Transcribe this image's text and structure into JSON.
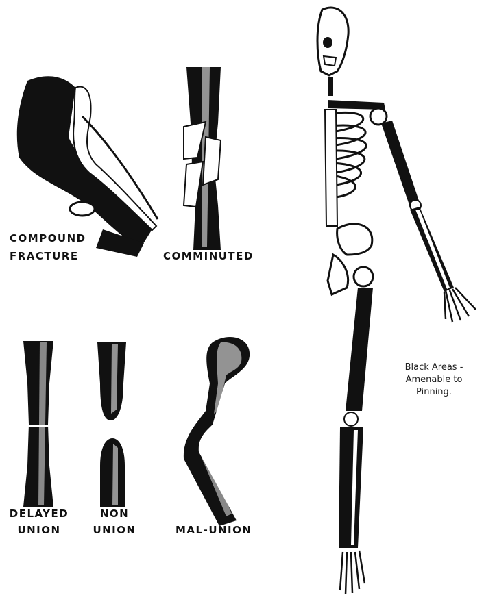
{
  "labels": {
    "compound_line1": "COMPOUND",
    "compound_line2": "FRACTURE",
    "comminuted": "COMMINUTED",
    "delayed_line1": "DELAYED",
    "delayed_line2": "UNION",
    "non_line1": "NON",
    "non_line2": "UNION",
    "mal_union": "MAL-UNION"
  },
  "note": {
    "line1": "Black Areas -",
    "line2": "Amenable to",
    "line3": "Pinning."
  },
  "colors": {
    "ink": "#111111",
    "bone": "#ffffff"
  }
}
